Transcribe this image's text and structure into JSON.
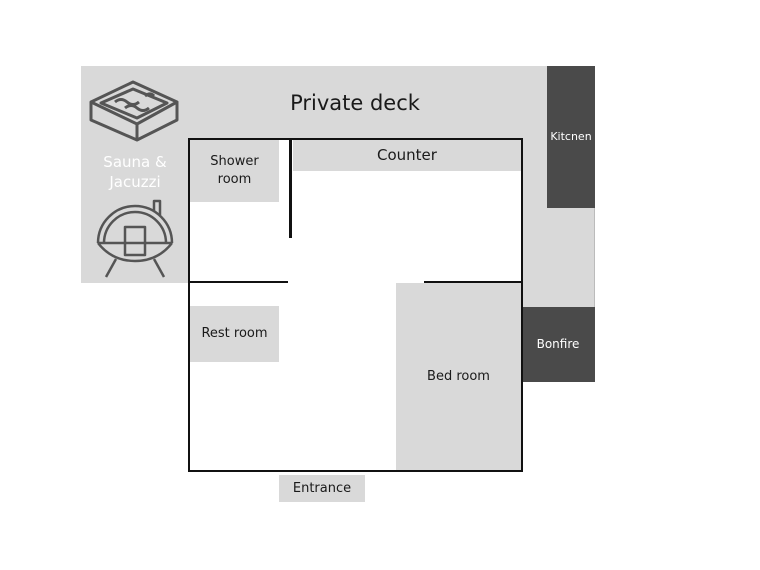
{
  "plan": {
    "rooms": {
      "private_deck": "Private deck",
      "sauna_jacuzzi": "Sauna & Jacuzzi",
      "kitchen": "Kitcnen",
      "counter": "Counter",
      "shower_room": "Shower room",
      "rest_room": "Rest room",
      "bed_room": "Bed room",
      "bonfire": "Bonfire",
      "entrance": "Entrance"
    },
    "icons": [
      "jacuzzi-icon",
      "barrel-sauna-icon"
    ],
    "colors": {
      "zone_fill": "#d9d9d9",
      "dark_fill": "#4a4a4a",
      "wall": "#111111",
      "icon_stroke": "#555555",
      "sauna_text": "#ffffff"
    }
  }
}
